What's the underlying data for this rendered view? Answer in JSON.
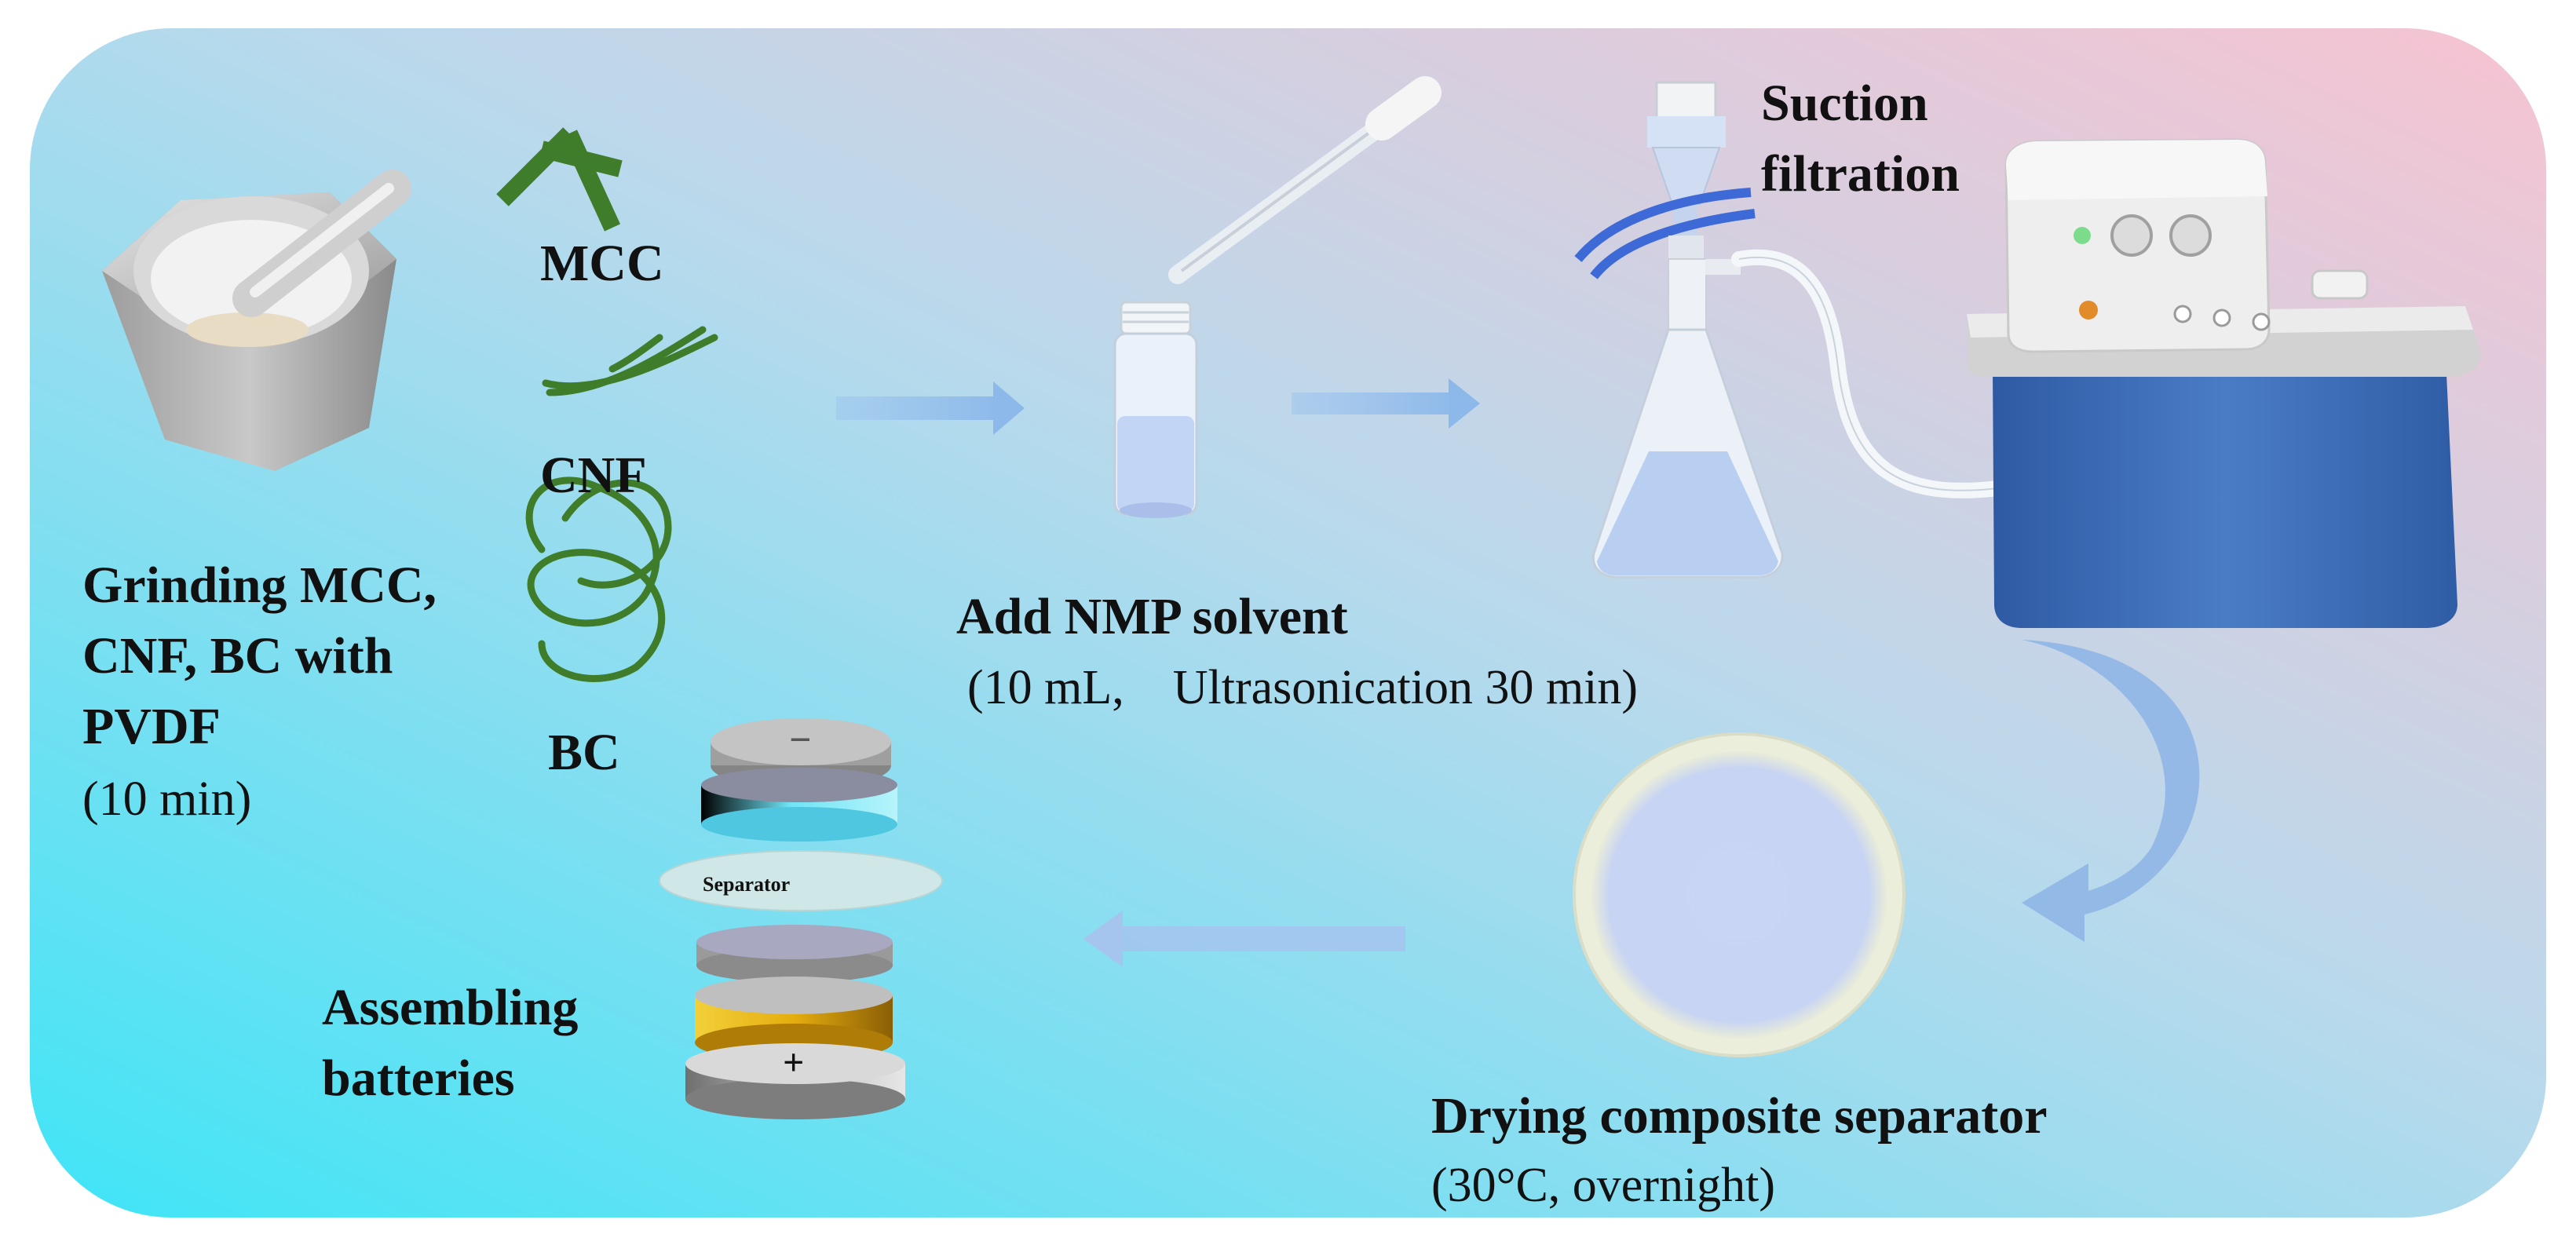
{
  "colors": {
    "bg_teal": "#3fe3f4",
    "bg_pink": "#f5c5d3",
    "arrow": "#9cc4ec",
    "fiber_green": "#3f7d2a",
    "pump_blue": "#3f6fb6",
    "pump_body": "#e6e6e6",
    "filter_blue": "#5b8fd8",
    "membrane": "#c9d6f4",
    "cathode_gold": "#e9b511",
    "anode_cyan": "#66dcef"
  },
  "icons": [
    "mortar-pestle-icon",
    "fiber-icon",
    "pipette-icon",
    "vial-icon",
    "suction-flask-icon",
    "vacuum-pump-icon",
    "curved-arrow-icon",
    "membrane-disc-icon",
    "coin-cell-icon"
  ],
  "materials": {
    "mcc": "MCC",
    "cnf": "CNF",
    "bc": "BC"
  },
  "steps": {
    "grinding": {
      "line1": "Grinding  MCC,",
      "line2": "CNF, BC with",
      "line3": "PVDF",
      "detail": "(10 min)"
    },
    "solvent": {
      "title": "Add NMP solvent",
      "detail": "(10 mL,　Ultrasonication 30 min)"
    },
    "filtration": {
      "line1": "Suction",
      "line2": "filtration"
    },
    "drying": {
      "title": "Drying composite separator",
      "detail": "(30°C, overnight)"
    },
    "assembling": {
      "line1": "Assembling",
      "line2": "batteries"
    }
  },
  "battery": {
    "minus": "−",
    "separator": "Separator",
    "plus": "+"
  }
}
